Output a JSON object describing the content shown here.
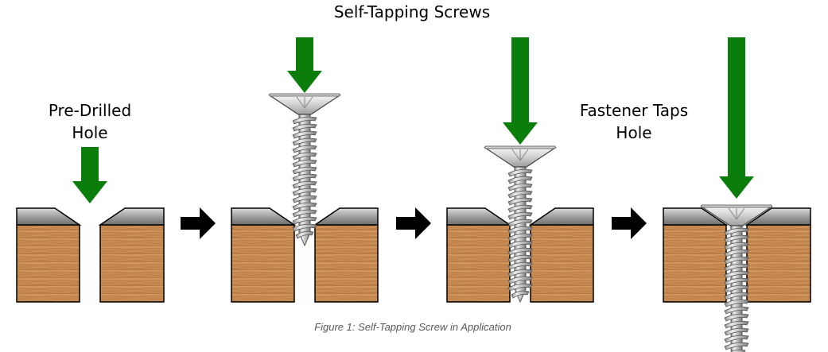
{
  "title": "Self-Tapping Screws",
  "labels": {
    "pre_drilled_line1": "Pre-Drilled",
    "pre_drilled_line2": "Hole",
    "taps_line1": "Fastener Taps",
    "taps_line2": "Hole"
  },
  "caption": "Figure 1: Self-Tapping Screw in Application",
  "colors": {
    "force_arrow": "#0b7d0b",
    "step_arrow": "#000000",
    "metal_plate": "#8a8a8a",
    "wood": "#c68a54",
    "screw": "#c9c9c9"
  },
  "icons": [
    "force-arrow-icon",
    "step-arrow-icon",
    "screw-icon",
    "wood-block-icon"
  ]
}
